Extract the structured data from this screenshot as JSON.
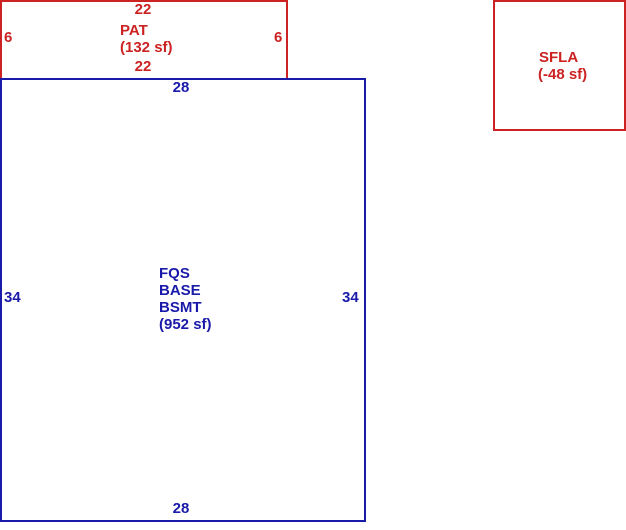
{
  "areas": {
    "pat": {
      "name": "PAT",
      "area": "(132 sf)",
      "dim_top": "22",
      "dim_bottom": "22",
      "dim_left": "6",
      "dim_right": "6"
    },
    "sfla": {
      "name": "SFLA",
      "area": "(-48 sf)"
    },
    "base": {
      "line1": "FQS",
      "line2": "BASE",
      "line3": "BSMT",
      "area": "(952 sf)",
      "dim_top": "28",
      "dim_bottom": "28",
      "dim_left": "34",
      "dim_right": "34"
    }
  },
  "colors": {
    "red": "#cc2222",
    "blue": "#1a1aaa"
  }
}
